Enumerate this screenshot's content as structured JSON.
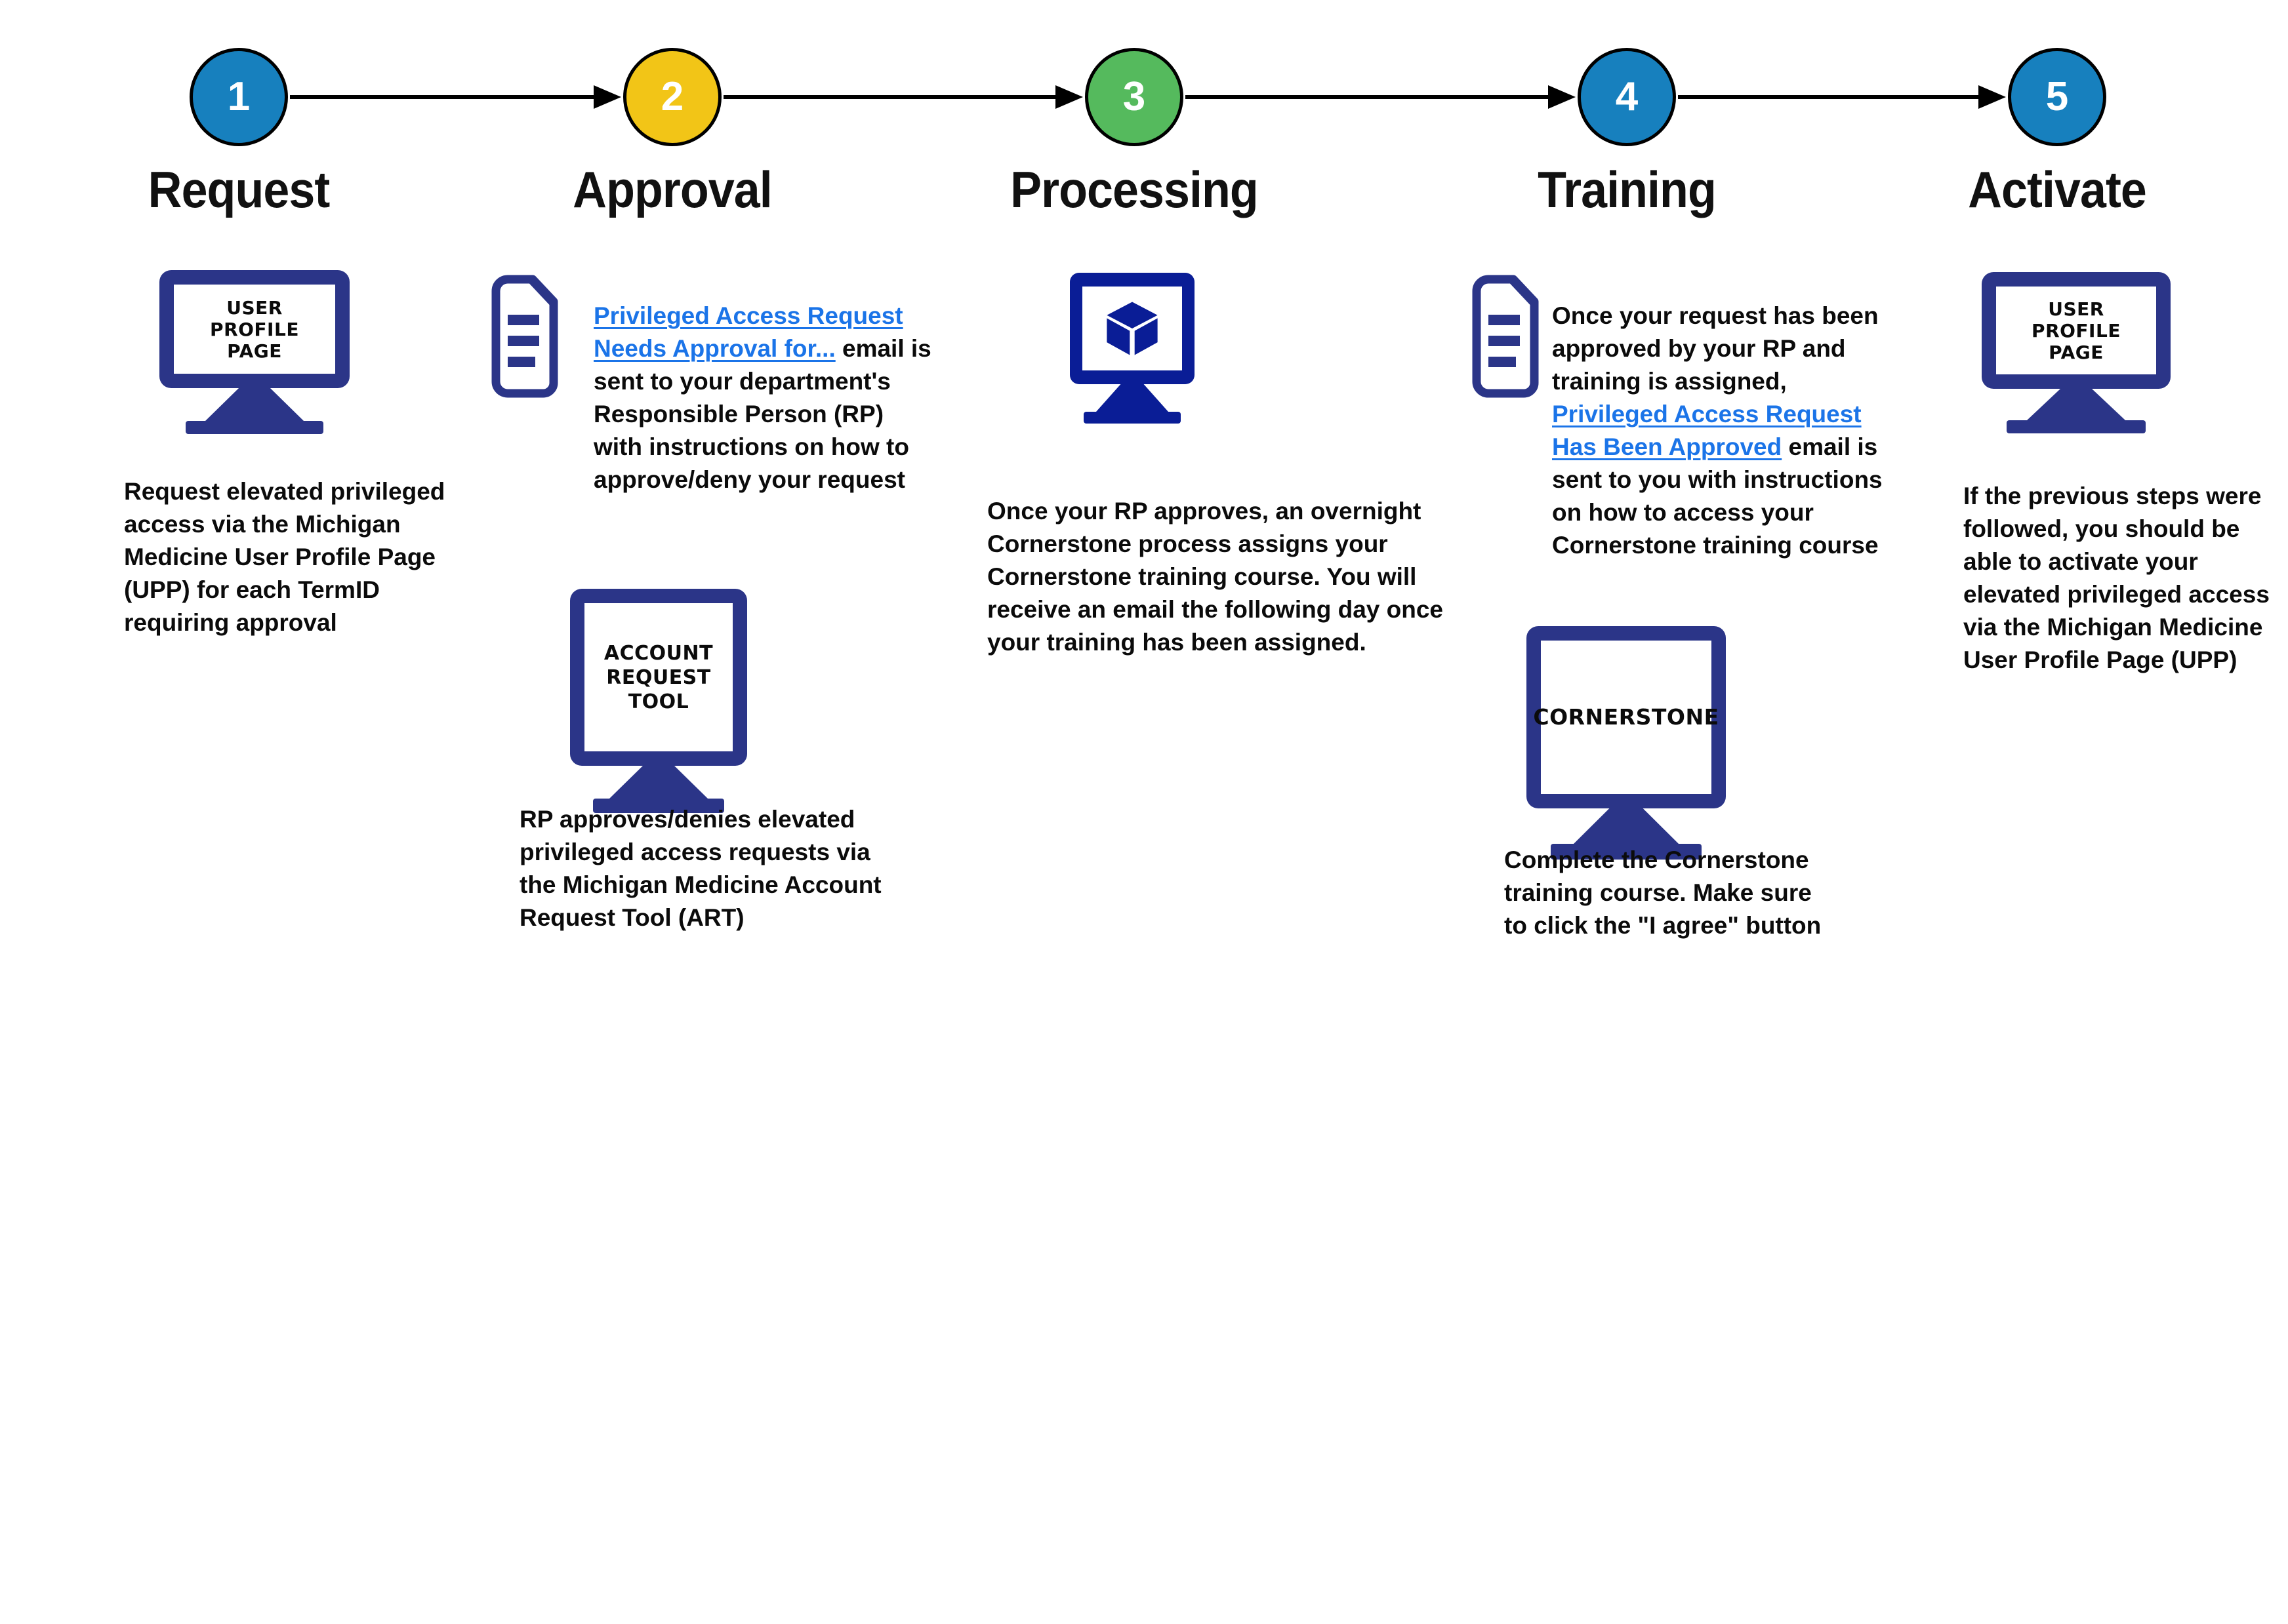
{
  "colors": {
    "step_blue": "#1780BE",
    "step_yellow": "#F2C517",
    "step_green": "#55BA5D",
    "monitor_navy": "#2B3588",
    "processing_blue": "#0A1D96",
    "link_blue": "#1B74E8"
  },
  "steps": [
    {
      "number": "1",
      "label": "Request",
      "color": "#1780BE"
    },
    {
      "number": "2",
      "label": "Approval",
      "color": "#F2C517"
    },
    {
      "number": "3",
      "label": "Processing",
      "color": "#55BA5D"
    },
    {
      "number": "4",
      "label": "Training",
      "color": "#1780BE"
    },
    {
      "number": "5",
      "label": "Activate",
      "color": "#1780BE"
    }
  ],
  "request": {
    "monitor_label": "USER PROFILE PAGE",
    "description": "Request elevated privileged access via the Michigan Medicine User Profile Page (UPP) for each TermID requiring approval"
  },
  "approval": {
    "email_link_text": "Privileged Access Request Needs Approval for...",
    "email_text_after": " email is sent to your department's Responsible Person (RP) with instructions on how to approve/deny your request",
    "monitor_label": "ACCOUNT REQUEST TOOL",
    "art_description": "RP approves/denies elevated privileged access requests via the Michigan Medicine Account Request Tool (ART)"
  },
  "processing": {
    "description": "Once your RP approves, an overnight Cornerstone process assigns your Cornerstone training course. You will receive an email the following day once your training has been assigned."
  },
  "training": {
    "email_text_before": "Once your request has been approved by your RP and training is assigned, ",
    "email_link_text": "Privileged Access Request Has Been Approved",
    "email_text_after": " email is sent to you with instructions on how to access your Cornerstone training course",
    "monitor_label": "CORNERSTONE",
    "cornerstone_description": "Complete the Cornerstone training course. Make sure to click the \"I agree\" button"
  },
  "activate": {
    "monitor_label": "USER PROFILE PAGE",
    "description": "If the previous steps were followed, you should be able to activate your elevated privileged access via the Michigan Medicine User Profile Page (UPP)"
  }
}
